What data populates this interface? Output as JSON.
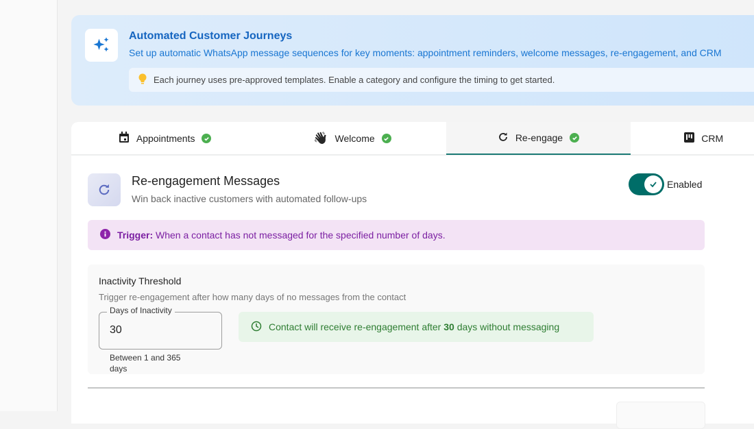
{
  "banner": {
    "title": "Automated Customer Journeys",
    "subtitle": "Set up automatic WhatsApp message sequences for key moments: appointment reminders, welcome messages, re-engagement, and CRM",
    "tip": "Each journey uses pre-approved templates. Enable a category and configure the timing to get started.",
    "icon": "sparkles-icon",
    "tip_icon": "lightbulb-icon"
  },
  "tabs": [
    {
      "label": "Appointments",
      "icon": "calendar-icon",
      "status": "complete"
    },
    {
      "label": "Welcome",
      "icon": "waving-hand-icon",
      "status": "complete"
    },
    {
      "label": "Re-engage",
      "icon": "refresh-icon",
      "status": "complete",
      "active": true
    },
    {
      "label": "CRM",
      "icon": "kanban-icon"
    }
  ],
  "section": {
    "title": "Re-engagement Messages",
    "subtitle": "Win back inactive customers with automated follow-ups",
    "toggle_label": "Enabled",
    "enabled": true
  },
  "trigger": {
    "label": "Trigger:",
    "text": "When a contact has not messaged for the specified number of days."
  },
  "threshold": {
    "title": "Inactivity Threshold",
    "subtitle": "Trigger re-engagement after how many days of no messages from the contact",
    "field_label": "Days of Inactivity",
    "value": "30",
    "help": "Between 1 and 365 days",
    "info_pre": "Contact will receive re-engagement after ",
    "info_value": "30",
    "info_post": " days without messaging"
  },
  "colors": {
    "accent": "#006d68",
    "success": "#4caf50",
    "trigger": "#7b1fa2",
    "link": "#1565c0"
  }
}
